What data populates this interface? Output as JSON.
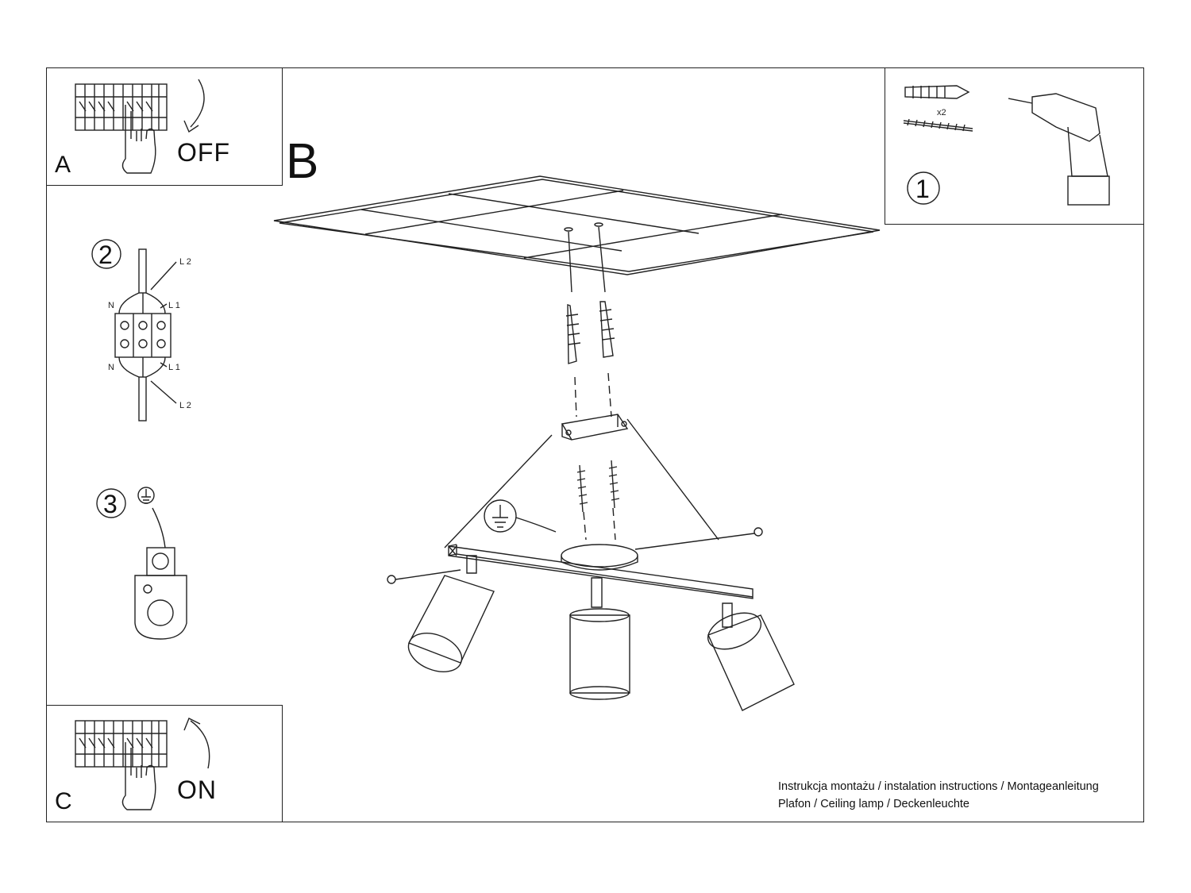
{
  "step_a": {
    "letter": "A",
    "state": "OFF"
  },
  "step_b": {
    "letter": "B"
  },
  "step_c": {
    "letter": "C",
    "state": "ON"
  },
  "step_1": {
    "number": "1",
    "quantity": "x2"
  },
  "step_2": {
    "number": "2",
    "labels": [
      "L 2",
      "N",
      "L 1",
      "N",
      "L 1",
      "L 2"
    ]
  },
  "step_3": {
    "number": "3"
  },
  "footer": {
    "line1": "Instrukcja montażu / instalation instructions / Montageanleitung",
    "line2": "Plafon / Ceiling lamp / Deckenleuchte"
  },
  "icons": [
    "circuit-breaker-icon",
    "hand-icon",
    "arrow-down-icon",
    "arrow-up-icon",
    "wall-plug-icon",
    "screw-icon",
    "drill-icon",
    "ground-symbol-icon",
    "terminal-block-icon"
  ]
}
